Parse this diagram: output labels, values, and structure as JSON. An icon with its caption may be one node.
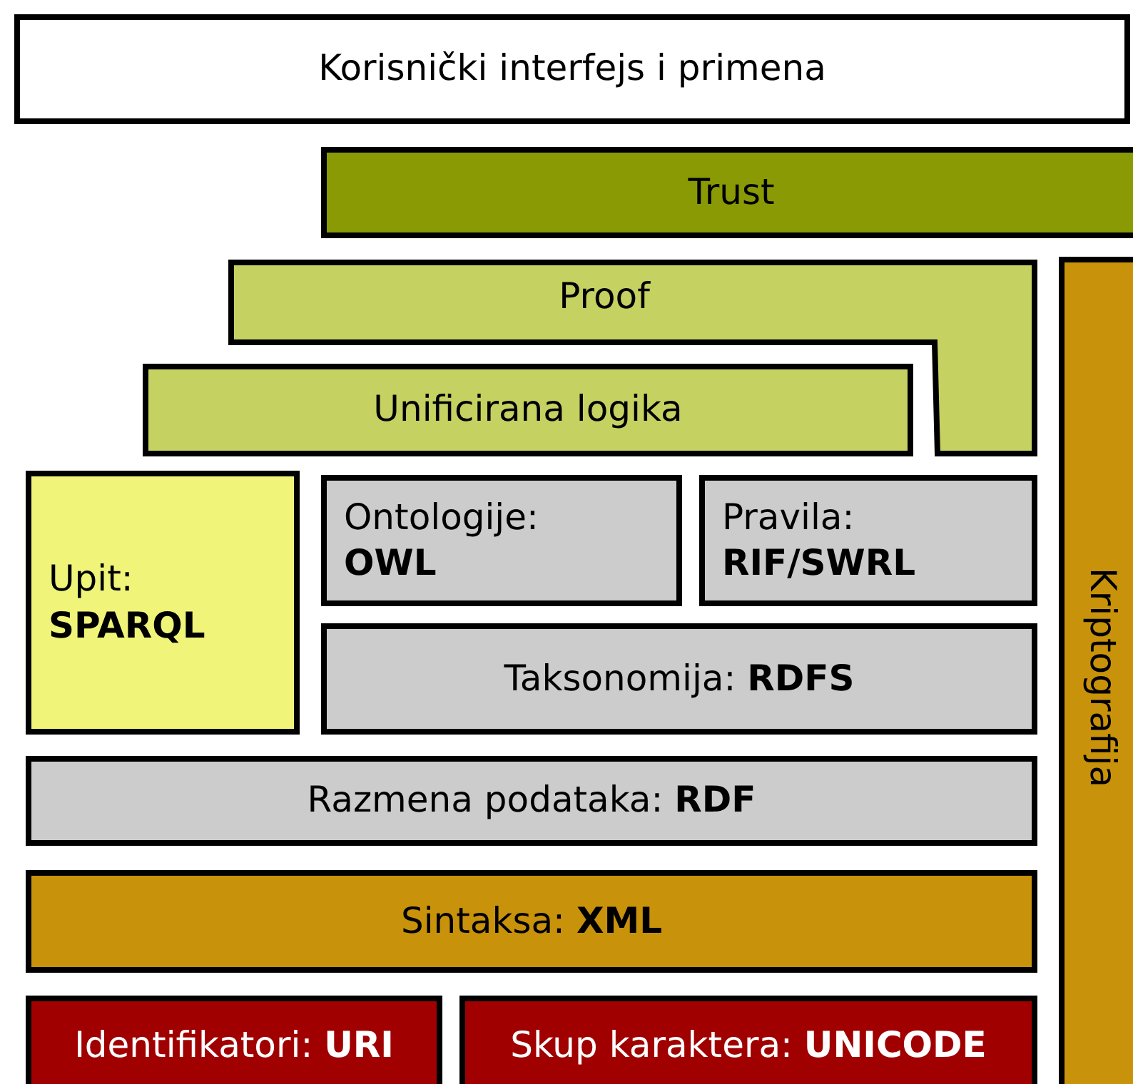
{
  "diagram": {
    "nodes": [
      {
        "text": [
          "Korisnički interfejs i primena"
        ]
      },
      {
        "text": [
          "Trust"
        ]
      },
      {
        "text": [
          "Proof"
        ]
      },
      {
        "text": [
          "Unificirana logika"
        ]
      },
      {
        "text": [
          "Upit: **SPARQL**"
        ]
      },
      {
        "text": [
          "Ontologije: **OWL**"
        ]
      },
      {
        "text": [
          "Pravila: **RIF/SWRL**"
        ]
      },
      {
        "text": [
          "Taksonomija: **RDFS**"
        ]
      },
      {
        "text": [
          "Razmena podataka: **RDF**"
        ]
      },
      {
        "text": [
          "Sintaksa: **XML**"
        ]
      },
      {
        "text": [
          "Identifikatori: **URI**"
        ]
      },
      {
        "text": [
          "Skup karaktera: **UNICODE**"
        ]
      },
      {
        "text": [
          "Kriptografija"
        ]
      }
    ],
    "edges": []
  }
}
